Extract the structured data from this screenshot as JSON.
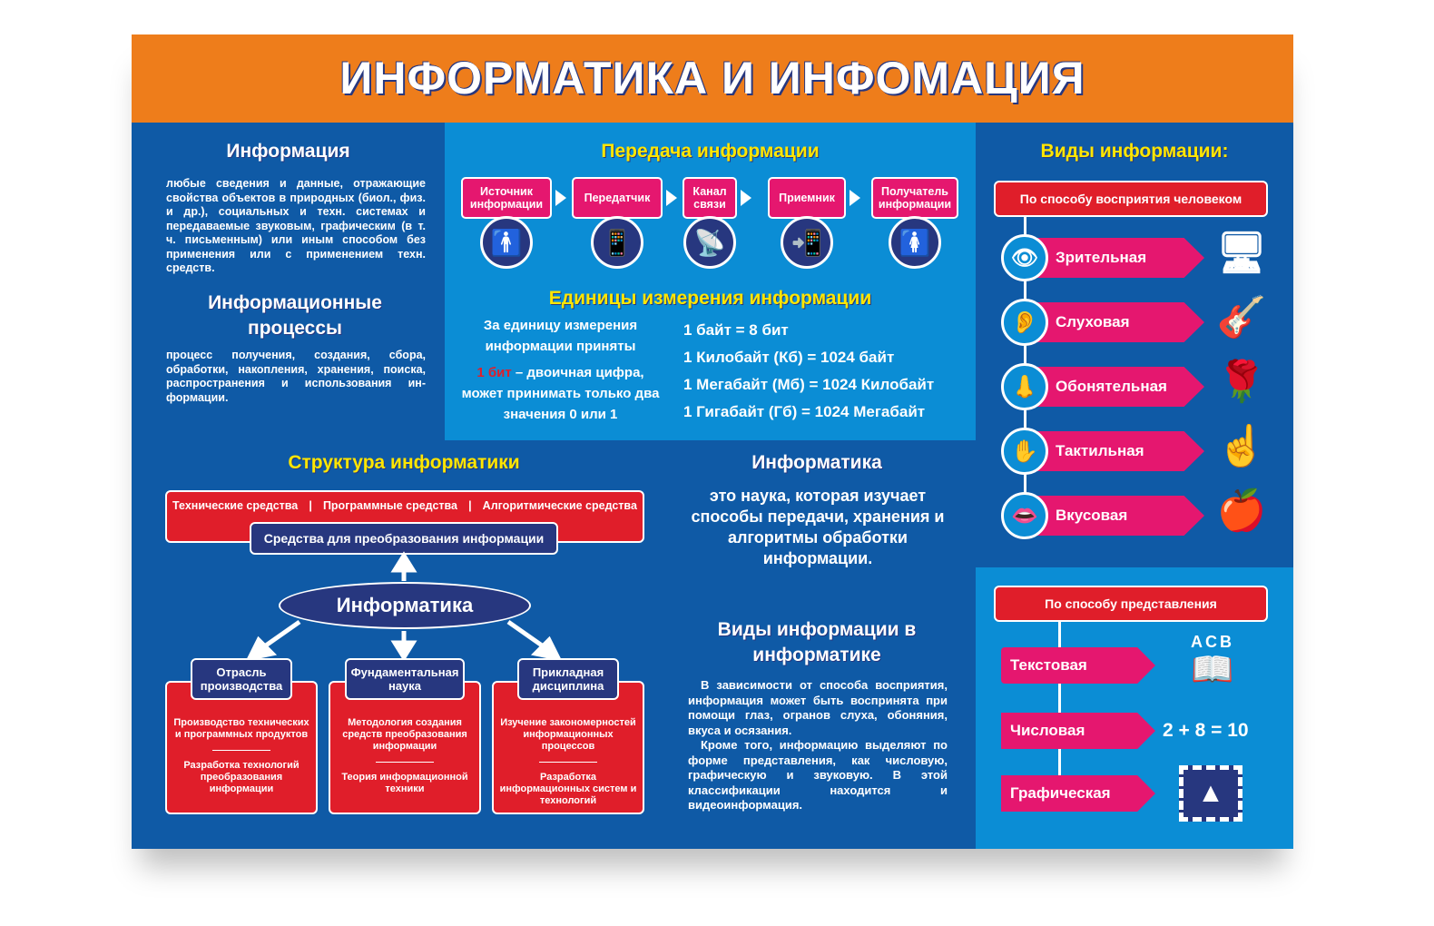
{
  "title": "ИНФОРМАТИКА И ИНФОМАЦИЯ",
  "info": {
    "heading": "Информация",
    "text": "любые сведения и данные, отражающие свойства объектов в природных (биол., физ. и др.), социальных и техн. системах и передаваемые звуковым, графическим (в т. ч. письменным) или иным способом без применения или с применением техн. средств."
  },
  "processes": {
    "heading": "Информационные процессы",
    "text": "процесс получения, создания, сбора, обработки, накопления, хранения, поиска, распространения и использования ин-формации."
  },
  "transfer": {
    "heading": "Передача информации",
    "steps": [
      {
        "label": "Источник информации",
        "icon": "man-icon"
      },
      {
        "label": "Передатчик",
        "icon": "phone-signal-icon"
      },
      {
        "label": "Канал связи",
        "icon": "antenna-icon"
      },
      {
        "label": "Приемник",
        "icon": "phone-ringing-icon"
      },
      {
        "label": "Получатель информации",
        "icon": "woman-icon"
      }
    ]
  },
  "units": {
    "heading": "Единицы измерения информации",
    "intro": "За единицу измерения информации приняты",
    "bit": "1 бит",
    "bit_desc": " – двоичная цифра, может принимать только два значения 0 или 1",
    "list": [
      "1 байт = 8 бит",
      "1 Килобайт (Кб) = 1024 байт",
      "1 Мегабайт (Мб) = 1024 Килобайт",
      "1 Гигабайт (Гб) = 1024 Мегабайт"
    ]
  },
  "structure": {
    "heading": "Структура информатики",
    "means": [
      "Технические средства",
      "Программные средства",
      "Алгоритмические средства"
    ],
    "means_title": "Средства для преобразования информации",
    "center": "Информатика",
    "branches": [
      {
        "title": "Отрасль производства",
        "a": "Производство технических и программных продуктов",
        "b": "Разработка технологий преобразования информации"
      },
      {
        "title": "Фундаментальная наука",
        "a": "Методология создания средств преобразования информации",
        "b": "Теория информационной техники"
      },
      {
        "title": "Прикладная дисциплина",
        "a": "Изучение закономерностей информационных процессов",
        "b": "Разработка информационных систем и технологий"
      }
    ]
  },
  "informatics": {
    "heading": "Информатика",
    "text": "это наука, которая изучает способы передачи, хранения и алгоритмы обработки информации."
  },
  "kinds_in": {
    "heading": "Виды информации в информатике",
    "p1": "В зависимости от способа восприятия, информация может быть воспринята при помощи глаз, огранов слуха, обоняния, вкуса и осязания.",
    "p2": "Кроме того, информацию выделяют по форме представления, как числовую, графическую и звуковую. В этой классификации находится и видеоинформация."
  },
  "kinds": {
    "heading": "Виды информации:",
    "perception_title": "По способу восприятия человеком",
    "perception": [
      {
        "label": "Зрительная",
        "icon": "eye-icon",
        "pic": "monitor-person-icon"
      },
      {
        "label": "Слуховая",
        "icon": "ear-icon",
        "pic": "guitar-icon"
      },
      {
        "label": "Обонятельная",
        "icon": "nose-icon",
        "pic": "rose-icon"
      },
      {
        "label": "Тактильная",
        "icon": "hand-icon",
        "pic": "finger-press-icon"
      },
      {
        "label": "Вкусовая",
        "icon": "lips-icon",
        "pic": "apple-icon"
      }
    ],
    "representation_title": "По способу представления",
    "representation": [
      {
        "label": "Текстовая",
        "pic": "book-icon",
        "pic_text": "ACB"
      },
      {
        "label": "Числовая",
        "pic_text": "2 + 8 = 10"
      },
      {
        "label": "Графическая",
        "pic": "picture-stamp-icon"
      }
    ]
  },
  "colors": {
    "orange": "#ee7d1b",
    "dark_blue": "#0f5aa6",
    "light_blue": "#0b8dd5",
    "pink": "#e5176f",
    "red": "#e01e2a",
    "navy": "#27377f",
    "yellow": "#ffe600"
  }
}
